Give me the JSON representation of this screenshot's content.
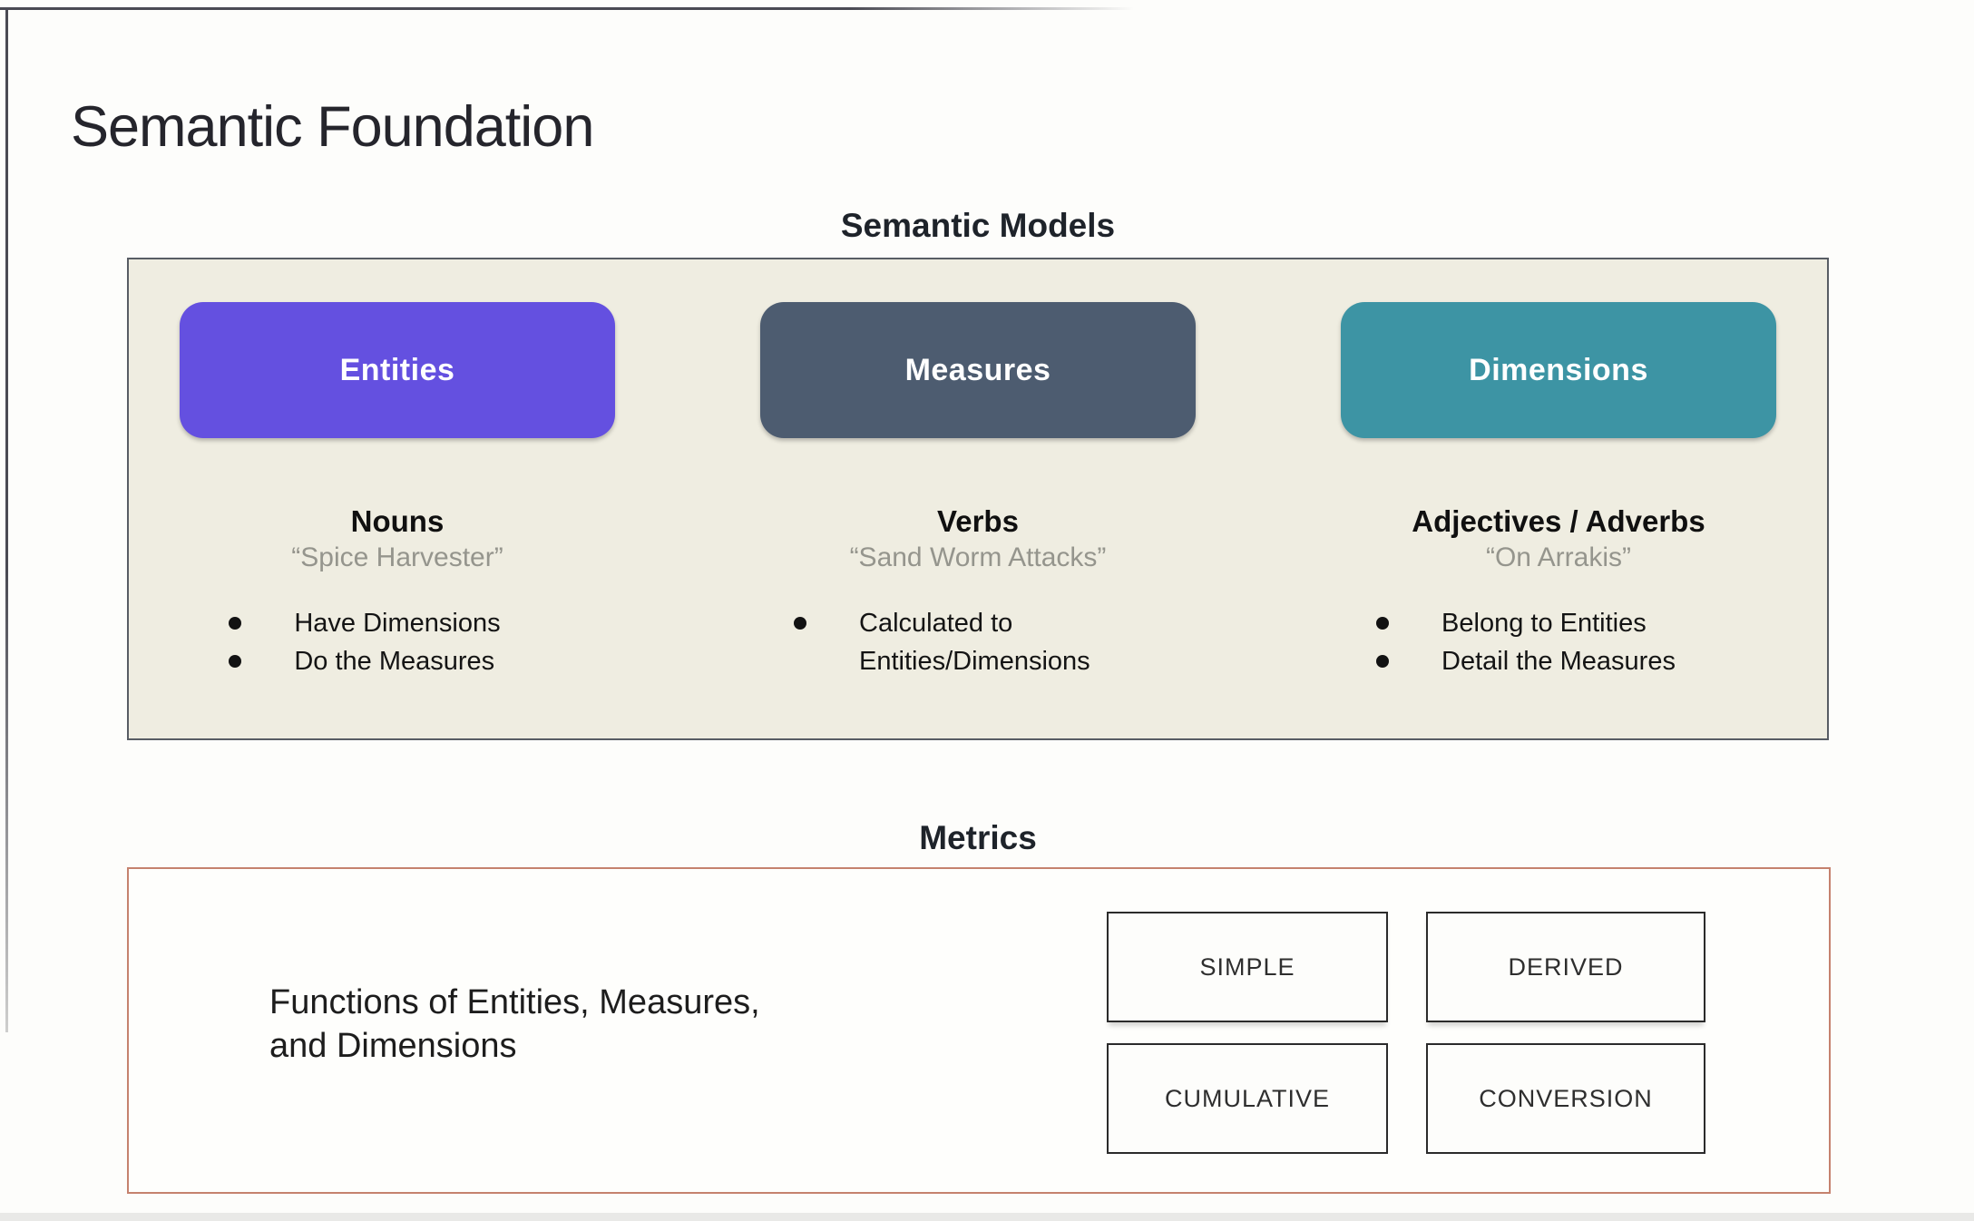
{
  "page": {
    "title": "Semantic Foundation"
  },
  "semantic_models": {
    "heading": "Semantic Models",
    "panel_background": "#efede1",
    "columns": [
      {
        "pill": "Entities",
        "pill_color": "#6450e0",
        "role": "Nouns",
        "example": "“Spice Harvester”",
        "bullets": [
          "Have Dimensions",
          "Do the Measures"
        ]
      },
      {
        "pill": "Measures",
        "pill_color": "#4d5c70",
        "role": "Verbs",
        "example": "“Sand Worm Attacks”",
        "bullets": [
          "Calculated to Entities/Dimensions"
        ]
      },
      {
        "pill": "Dimensions",
        "pill_color": "#3d94a4",
        "role": "Adjectives / Adverbs",
        "example": "“On Arrakis”",
        "bullets": [
          "Belong to Entities",
          "Detail the Measures"
        ]
      }
    ]
  },
  "metrics": {
    "heading": "Metrics",
    "border_color": "#c5826e",
    "description": "Functions of Entities, Measures,\nand Dimensions",
    "types": [
      "SIMPLE",
      "DERIVED",
      "CUMULATIVE",
      "CONVERSION"
    ]
  }
}
